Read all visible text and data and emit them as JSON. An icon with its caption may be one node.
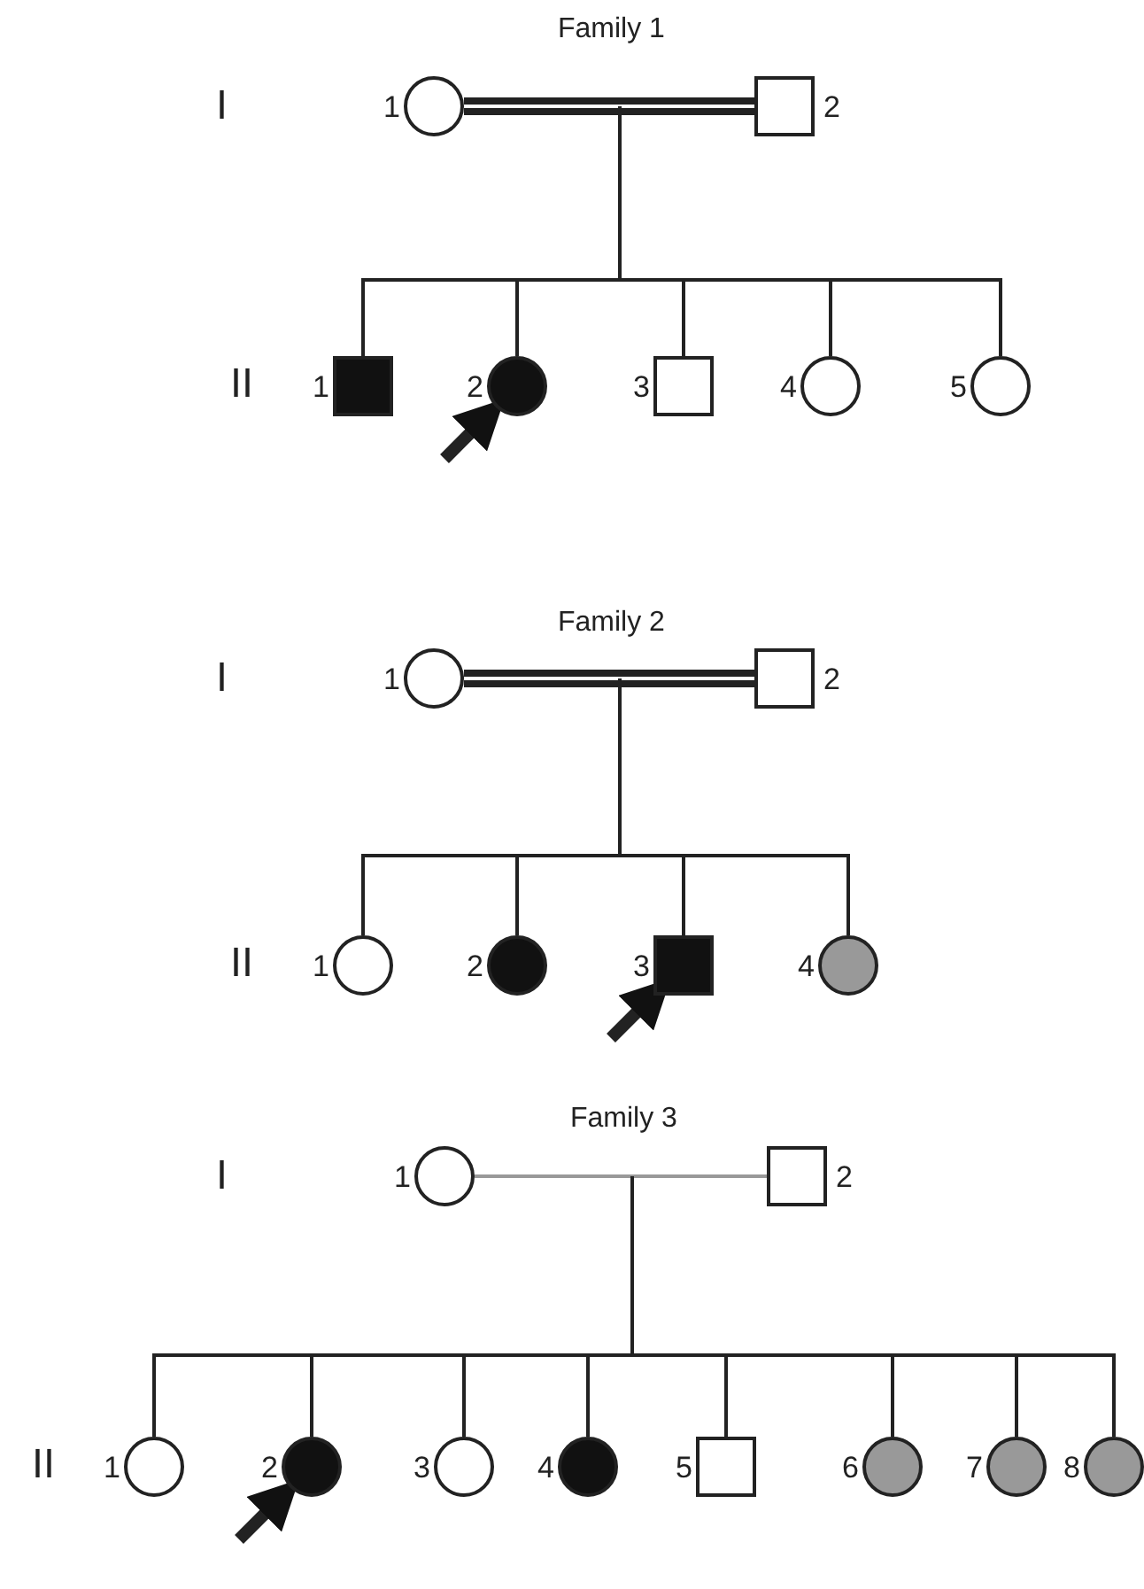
{
  "diagram": {
    "nodes": [
      {
        "text": [],
        "shape": "circle",
        "beside": [
          "1"
        ]
      },
      {
        "text": [],
        "shape": "box",
        "beside": [
          "2"
        ]
      },
      {
        "text": [],
        "shape": "box",
        "beside": [
          "1"
        ]
      },
      {
        "text": [],
        "shape": "circle",
        "beside": [
          "2"
        ]
      },
      {
        "text": [],
        "shape": "box",
        "beside": [
          "3"
        ]
      },
      {
        "text": [],
        "shape": "circle",
        "beside": [
          "4"
        ]
      },
      {
        "text": [],
        "shape": "circle",
        "beside": [
          "5"
        ]
      },
      {
        "text": [],
        "shape": "circle",
        "beside": [
          "1"
        ]
      },
      {
        "text": [],
        "shape": "box",
        "beside": [
          "2"
        ]
      },
      {
        "text": [],
        "shape": "circle",
        "beside": [
          "1"
        ]
      },
      {
        "text": [],
        "shape": "circle",
        "beside": [
          "2"
        ]
      },
      {
        "text": [],
        "shape": "box",
        "beside": [
          "3"
        ]
      },
      {
        "text": [],
        "shape": "circle",
        "beside": [
          "4"
        ]
      },
      {
        "text": [],
        "shape": "circle",
        "beside": [
          "1"
        ]
      },
      {
        "text": [],
        "shape": "box",
        "beside": [
          "2"
        ]
      },
      {
        "text": [],
        "shape": "circle",
        "beside": [
          "1"
        ]
      },
      {
        "text": [],
        "shape": "circle",
        "beside": [
          "2"
        ]
      },
      {
        "text": [],
        "shape": "circle",
        "beside": [
          "3"
        ]
      },
      {
        "text": [],
        "shape": "circle",
        "beside": [
          "4"
        ]
      },
      {
        "text": [],
        "shape": "box",
        "beside": [
          "5"
        ]
      },
      {
        "text": [],
        "shape": "circle",
        "beside": [
          "6"
        ]
      },
      {
        "text": [],
        "shape": "circle",
        "beside": [
          "7"
        ]
      },
      {
        "text": [],
        "shape": "circle",
        "beside": [
          "8"
        ]
      }
    ],
    "edges": [
      {
        "from": 0,
        "to": 1,
        "arrow": "none",
        "style": "thick"
      },
      {
        "from": null,
        "to": 2,
        "arrow": "none"
      },
      {
        "from": null,
        "to": 3,
        "arrow": "none"
      },
      {
        "from": null,
        "to": 4,
        "arrow": "none"
      },
      {
        "from": null,
        "to": 5,
        "arrow": "none"
      },
      {
        "from": null,
        "to": 6,
        "arrow": "none"
      },
      {
        "from": null,
        "to": 3,
        "arrow": "to",
        "style": "thick"
      },
      {
        "from": 7,
        "to": 8,
        "arrow": "none",
        "style": "thick"
      },
      {
        "from": null,
        "to": 9,
        "arrow": "none"
      },
      {
        "from": null,
        "to": 10,
        "arrow": "none"
      },
      {
        "from": null,
        "to": 11,
        "arrow": "none"
      },
      {
        "from": null,
        "to": 12,
        "arrow": "none"
      },
      {
        "from": null,
        "to": 11,
        "arrow": "to",
        "style": "thick"
      },
      {
        "from": 13,
        "to": 14,
        "arrow": "none",
        "color": "#999999"
      },
      {
        "from": null,
        "to": 15,
        "arrow": "none"
      },
      {
        "from": null,
        "to": 16,
        "arrow": "none"
      },
      {
        "from": null,
        "to": 17,
        "arrow": "none"
      },
      {
        "from": null,
        "to": 18,
        "arrow": "none"
      },
      {
        "from": null,
        "to": 19,
        "arrow": "none"
      },
      {
        "from": null,
        "to": 20,
        "arrow": "none"
      },
      {
        "from": null,
        "to": 21,
        "arrow": "none"
      },
      {
        "from": null,
        "to": 22,
        "arrow": "none"
      },
      {
        "from": null,
        "to": 16,
        "arrow": "to",
        "style": "thick"
      }
    ],
    "labels": [
      "Family 1",
      "I",
      "II",
      "Family 2",
      "I",
      "II",
      "Family 3",
      "I",
      "II"
    ]
  }
}
